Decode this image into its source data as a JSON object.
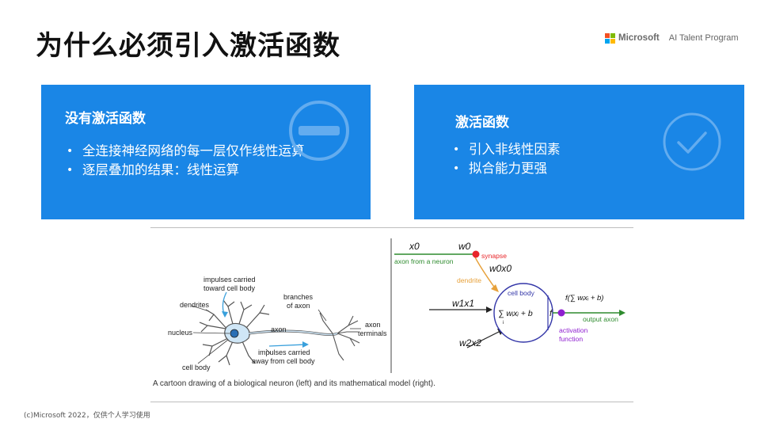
{
  "title": "为什么必须引入激活函数",
  "brand": {
    "company": "Microsoft",
    "program": "AI Talent Program",
    "logo_colors": [
      "#f25022",
      "#7fba00",
      "#00a4ef",
      "#ffb900"
    ]
  },
  "panels": {
    "left": {
      "heading": "没有激活函数",
      "bullets": [
        "全连接神经网络的每一层仅作线性运算",
        "逐层叠加的结果：线性运算"
      ],
      "icon": "minus-circle-icon"
    },
    "right": {
      "heading": "激活函数",
      "bullets": [
        "引入非线性因素",
        "拟合能力更强"
      ],
      "icon": "check-circle-icon"
    },
    "color": "#1a86e6"
  },
  "figure": {
    "bio": {
      "dendrites": "dendrites",
      "impulses_toward_1": "impulses carried",
      "impulses_toward_2": "toward cell body",
      "branches_1": "branches",
      "branches_2": "of axon",
      "nucleus": "nucleus",
      "axon": "axon",
      "terminals_1": "axon",
      "terminals_2": "terminals",
      "impulses_away_1": "impulses carried",
      "impulses_away_2": "away from cell body",
      "cell_body": "cell body"
    },
    "math": {
      "x0": "x0",
      "w0": "w0",
      "synapse": "synapse",
      "axon_from": "axon from a neuron",
      "w0x0": "w0x0",
      "dendrite": "dendrite",
      "cell_body": "cell body",
      "w1x1": "w1x1",
      "sum": "∑ wᵢxᵢ + b",
      "sum_sub": "i",
      "f": "f",
      "f_out": "f(∑ wᵢxᵢ + b)",
      "output_axon": "output axon",
      "activation_1": "activation",
      "activation_2": "function",
      "w2x2": "w2x2"
    },
    "caption": "A cartoon drawing of a biological neuron (left) and its mathematical model (right)."
  },
  "footer": "(c)Microsoft 2022，仅供个人学习使用"
}
